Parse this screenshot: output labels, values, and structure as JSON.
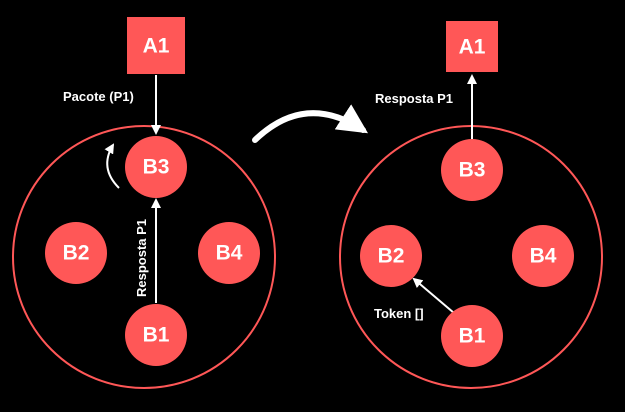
{
  "colors": {
    "node": "#ff5757",
    "ring": "#ff5757",
    "background": "#000000",
    "arrow": "#ffffff",
    "text": "#ffffff"
  },
  "left": {
    "a1": "A1",
    "b1": "B1",
    "b2": "B2",
    "b3": "B3",
    "b4": "B4",
    "pacote_label": "Pacote (P1)",
    "resposta_label": "Resposta P1"
  },
  "right": {
    "a1": "A1",
    "b1": "B1",
    "b2": "B2",
    "b3": "B3",
    "b4": "B4",
    "resposta_label": "Resposta P1",
    "token_label": "Token []"
  }
}
